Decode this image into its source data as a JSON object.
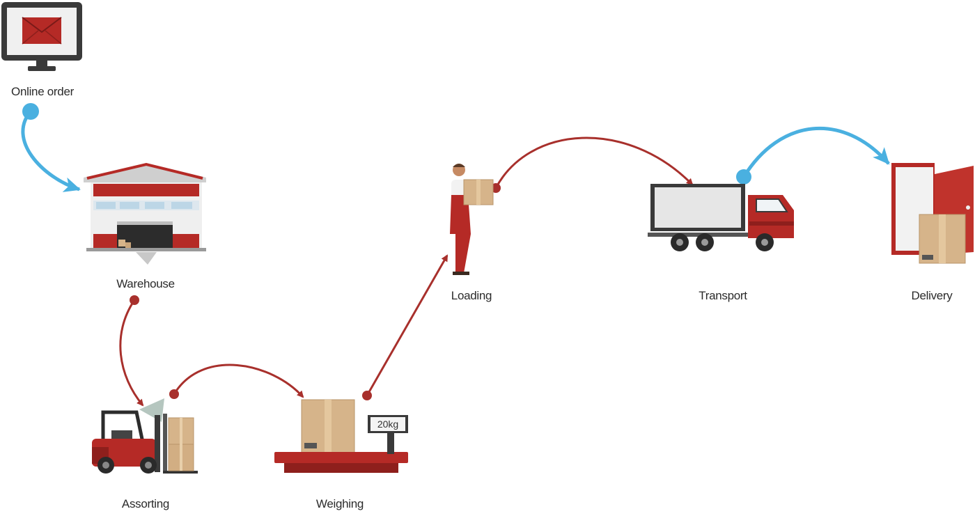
{
  "steps": [
    {
      "id": "online-order",
      "label": "Online order",
      "icon": "computer-monitor-icon"
    },
    {
      "id": "warehouse",
      "label": "Warehouse",
      "icon": "warehouse-icon"
    },
    {
      "id": "assorting",
      "label": "Assorting",
      "icon": "forklift-icon"
    },
    {
      "id": "weighing",
      "label": "Weighing",
      "icon": "weighing-scale-icon"
    },
    {
      "id": "loading",
      "label": "Loading",
      "icon": "worker-carrying-box-icon"
    },
    {
      "id": "transport",
      "label": "Transport",
      "icon": "truck-icon"
    },
    {
      "id": "delivery",
      "label": "Delivery",
      "icon": "door-with-package-icon"
    }
  ],
  "scale_display": "20kg",
  "colors": {
    "red_arrow": "#a8302c",
    "blue_arrow": "#4ab0e0",
    "brand_red": "#c0332c",
    "cardboard": "#d6b48a",
    "dark": "#333333"
  },
  "arrows": [
    {
      "from": "online-order",
      "to": "warehouse",
      "color": "blue"
    },
    {
      "from": "warehouse",
      "to": "assorting",
      "color": "red"
    },
    {
      "from": "assorting",
      "to": "weighing",
      "color": "red"
    },
    {
      "from": "weighing",
      "to": "loading",
      "color": "red"
    },
    {
      "from": "loading",
      "to": "transport",
      "color": "red"
    },
    {
      "from": "transport",
      "to": "delivery",
      "color": "blue"
    }
  ]
}
